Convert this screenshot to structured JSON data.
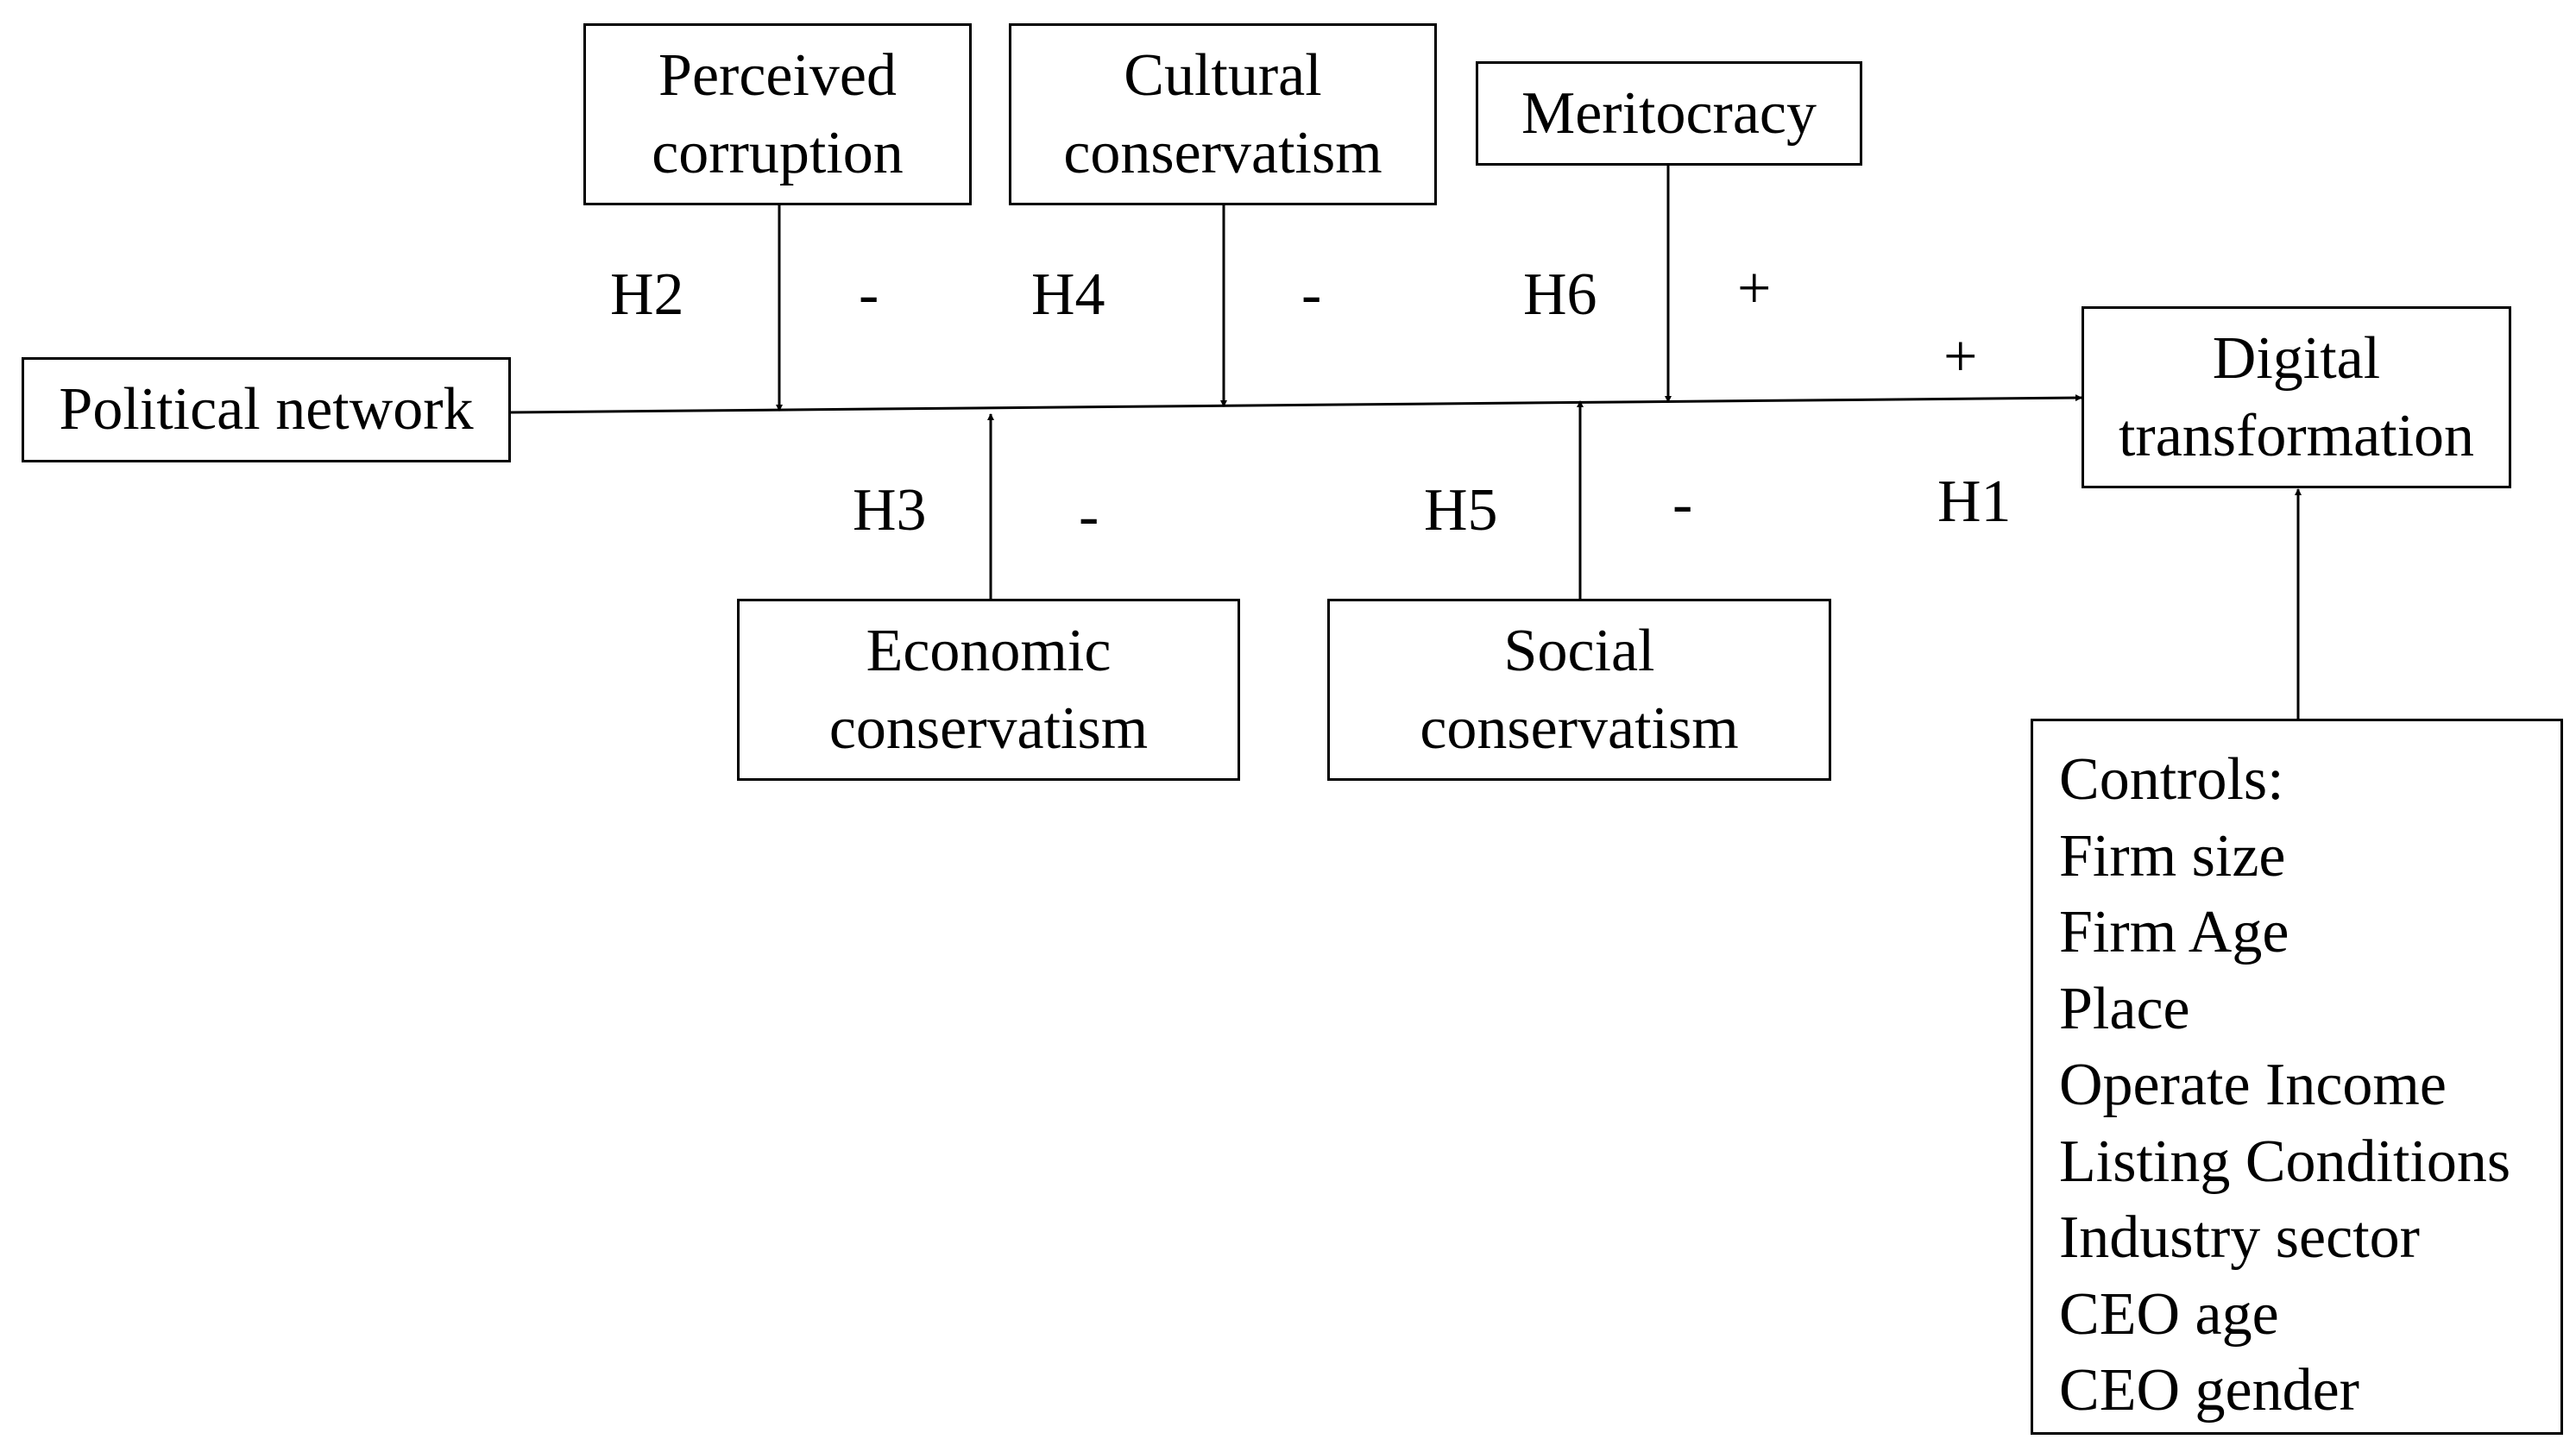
{
  "nodes": {
    "political_network": [
      "Political network"
    ],
    "digital_transformation": [
      "Digital",
      "transformation"
    ],
    "perceived_corruption": [
      "Perceived",
      "corruption"
    ],
    "cultural_conservatism": [
      "Cultural",
      "conservatism"
    ],
    "meritocracy": [
      "Meritocracy"
    ],
    "economic_conservatism": [
      "Economic",
      "conservatism"
    ],
    "social_conservatism": [
      "Social",
      "conservatism"
    ]
  },
  "hypotheses": {
    "h1": {
      "label": "H1",
      "sign": "+"
    },
    "h2": {
      "label": "H2",
      "sign": "-"
    },
    "h3": {
      "label": "H3",
      "sign": "-"
    },
    "h4": {
      "label": "H4",
      "sign": "-"
    },
    "h5": {
      "label": "H5",
      "sign": "-"
    },
    "h6": {
      "label": "H6",
      "sign": "+"
    }
  },
  "controls": {
    "title": "Controls:",
    "items": [
      "Firm size",
      "Firm Age",
      "Place",
      "Operate Income",
      "Listing Conditions",
      "Industry sector",
      "CEO age",
      "CEO gender"
    ]
  }
}
